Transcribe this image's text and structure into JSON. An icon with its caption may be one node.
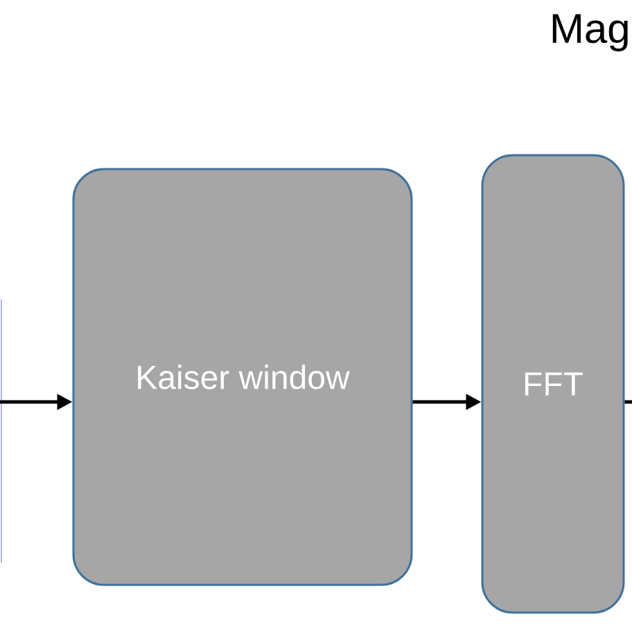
{
  "diagram": {
    "nodes": [
      {
        "text": [
          "Kaiser window"
        ]
      },
      {
        "text": [
          "FFT"
        ]
      }
    ],
    "edges": [
      {
        "from": null,
        "to": 0,
        "arrow": "to"
      },
      {
        "from": 0,
        "to": 1,
        "arrow": "to"
      },
      {
        "from": 1,
        "to": null,
        "arrow": "none"
      }
    ],
    "labels": [
      "Mag"
    ]
  }
}
